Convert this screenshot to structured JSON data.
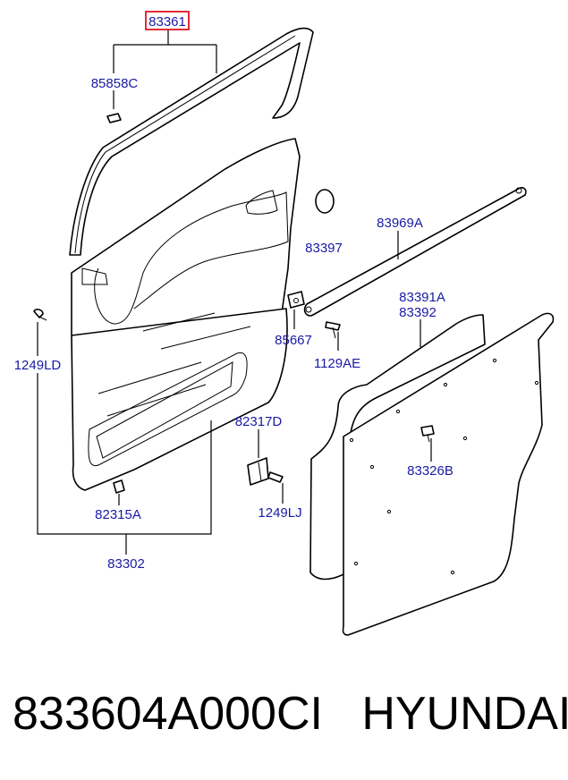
{
  "callouts": {
    "c83361": "83361",
    "c85858C": "85858C",
    "c83397": "83397",
    "c83969A": "83969A",
    "c83391A": "83391A",
    "c83392": "83392",
    "c85667": "85667",
    "c1129AE": "1129AE",
    "c1249LD": "1249LD",
    "c82317D": "82317D",
    "c83326B": "83326B",
    "c1249LJ": "1249LJ",
    "c82315A": "82315A",
    "c83302": "83302"
  },
  "highlight_color": "#e0141e",
  "label_color": "#1a1aa6",
  "caption": {
    "part_number": "833604A000CI",
    "brand": "HYUNDAI"
  }
}
